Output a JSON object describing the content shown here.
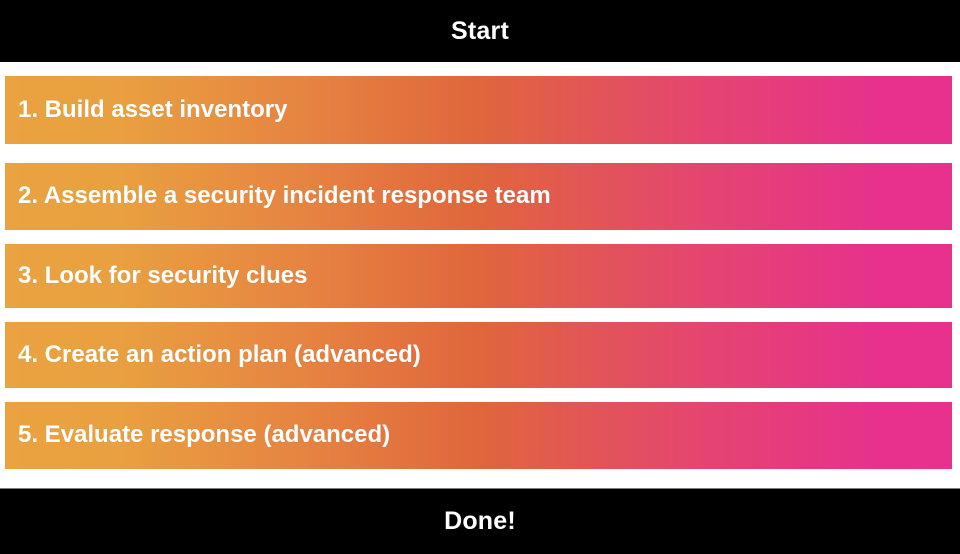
{
  "diagram": {
    "title_band": {
      "start_label": "Start",
      "done_label": "Done!"
    },
    "steps": [
      {
        "label": "1. Build asset inventory"
      },
      {
        "label": "2. Assemble a security incident response team"
      },
      {
        "label": "3. Look for security clues"
      },
      {
        "label": "4. Create an action plan (advanced)"
      },
      {
        "label": "5. Evaluate response (advanced)"
      }
    ],
    "colors": {
      "band_background": "#000000",
      "band_text": "#ffffff",
      "gradient_start": "#eaa340",
      "gradient_mid": "#e0663c",
      "gradient_end": "#e8308d",
      "step_text": "#ffffff",
      "page_background": "#ffffff"
    }
  }
}
